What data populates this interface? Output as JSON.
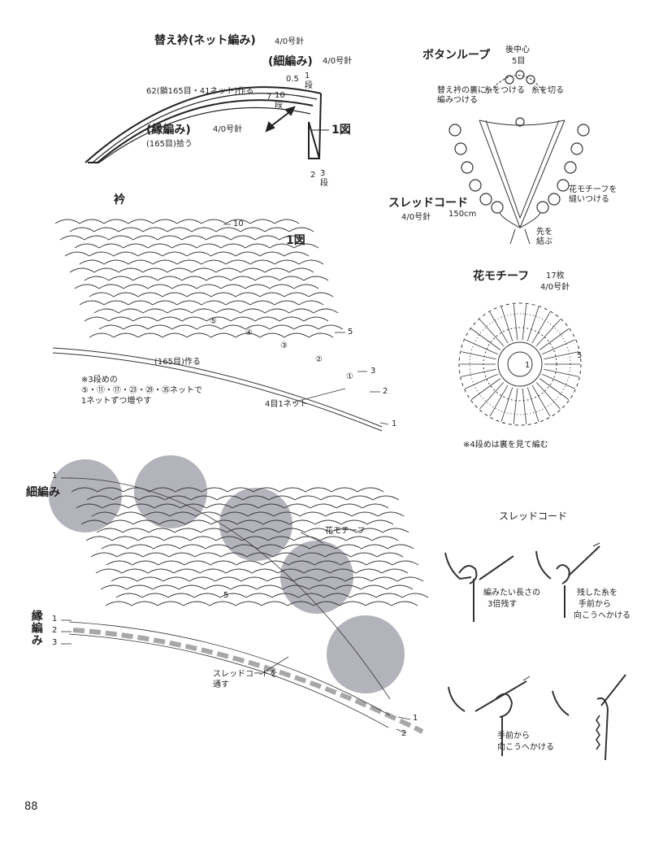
{
  "page_number": "88",
  "collar_diagram": {
    "title": "替え衿",
    "title_sub": "(ネット編み)",
    "title_needle": "4/0号針",
    "fine_label": "(細編み)",
    "fine_needle": "4/0号針",
    "rows_05": "0.5",
    "rows_05_unit": "1段",
    "net_make": "62(鎖165目・41ネット)作る",
    "rows_7": "7",
    "rows_7_unit": "10段",
    "edge_label": "(縁編み)",
    "edge_needle": "4/0号針",
    "pickup": "(165目)拾う",
    "fig_ref": "1図",
    "rows_2": "2",
    "rows_2_unit": "3段"
  },
  "button_loop": {
    "title": "ボタンループ",
    "center_label": "後中心",
    "center_count": "5目",
    "attach_under": "替え衿の裏に",
    "attach_under2": "編みつける",
    "thread_attach": "糸をつける",
    "thread_cut": "糸を切る",
    "sew_motif": "花モチーフを",
    "sew_motif2": "縫いつける",
    "thread_cord": "スレッドコード",
    "cord_needle": "4/0号針",
    "cord_length": "150cm",
    "tie_end": "先を",
    "tie_end2": "結ぶ"
  },
  "collar_chart": {
    "title": "衿",
    "fig_label": "1図",
    "row_10": "10",
    "row_5": "5",
    "row_3": "3",
    "row_2": "2",
    "row_1": "1",
    "chain_make": "(165目)作る",
    "note1": "※3段めの",
    "note2": "⑤・⑪・⑰・㉓・㉙・㉟ネットで",
    "note3": "1ネットずつ増やす",
    "net_four": "4目1ネット",
    "circled": [
      "⑤",
      "④",
      "③",
      "②",
      "①"
    ]
  },
  "flower_motif": {
    "title": "花モチーフ",
    "count": "17枚",
    "needle": "4/0号針",
    "round_5": "5",
    "round_1": "1",
    "note": "※4段めは裏を見て編む"
  },
  "edge_chart": {
    "fine_label": "細編み",
    "edge_label": "縁編み",
    "row_1": "1",
    "row_2": "2",
    "row_3": "3",
    "motif_label": "花モチーフ",
    "row_5": "5",
    "cord_through": "スレッドコードを",
    "cord_through2": "通す",
    "end_1": "1",
    "end_2": "2"
  },
  "thread_cord": {
    "title": "スレッドコード",
    "step1a": "編みたい長さの",
    "step1b": "3倍残す",
    "step2a": "残した糸を",
    "step2b": "手前から",
    "step2c": "向こうへかける",
    "step3a": "手前から",
    "step3b": "向こうへかける"
  },
  "colors": {
    "ink": "#222222",
    "motif_fill": "#b3b3bc",
    "cord_gray": "#a7a7a7"
  }
}
